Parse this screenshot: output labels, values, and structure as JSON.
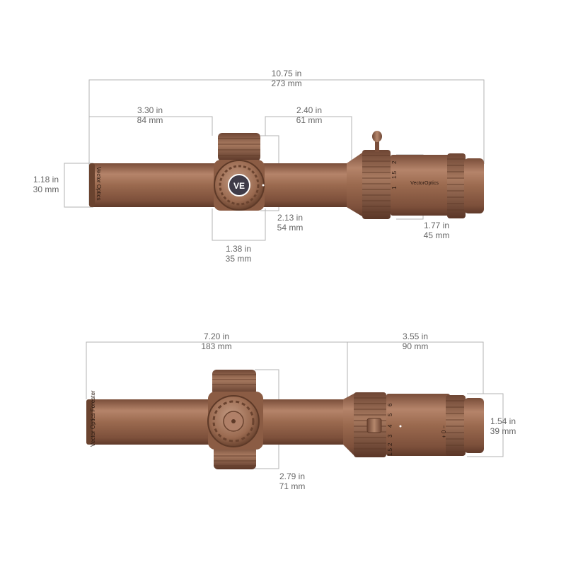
{
  "colors": {
    "scope": "#9b6a4f",
    "scope_dark": "#6e4634",
    "scope_light": "#c0917a",
    "dimension_line": "#b3b3b3",
    "text": "#666666"
  },
  "top_view": {
    "brand_text": "VectorOptics",
    "tube_text": "Vector Optics",
    "logo_text": "VE",
    "magnification_marks": [
      "1",
      "1.5",
      "2"
    ],
    "dimensions": {
      "overall_length": {
        "in": "10.75 in",
        "mm": "273 mm"
      },
      "objective_to_turret": {
        "in": "3.30 in",
        "mm": "84 mm"
      },
      "turret_to_eyepiece": {
        "in": "2.40 in",
        "mm": "61 mm"
      },
      "tube_diameter": {
        "in": "1.18 in",
        "mm": "30 mm"
      },
      "turret_height": {
        "in": "2.13 in",
        "mm": "54 mm"
      },
      "turret_width": {
        "in": "1.38 in",
        "mm": "35 mm"
      },
      "eyepiece_diameter": {
        "in": "1.77 in",
        "mm": "45 mm"
      }
    }
  },
  "bottom_view": {
    "tube_text": "Vector Optics Forester",
    "magnification_marks": [
      "1.5",
      "2",
      "3",
      "4",
      "5",
      "6"
    ],
    "diopter_marks": "+ 0 −",
    "dimensions": {
      "front_length": {
        "in": "7.20 in",
        "mm": "183 mm"
      },
      "rear_length": {
        "in": "3.55 in",
        "mm": "90 mm"
      },
      "turret_height": {
        "in": "2.79 in",
        "mm": "71 mm"
      },
      "eyepiece_diameter": {
        "in": "1.54 in",
        "mm": "39 mm"
      }
    }
  }
}
